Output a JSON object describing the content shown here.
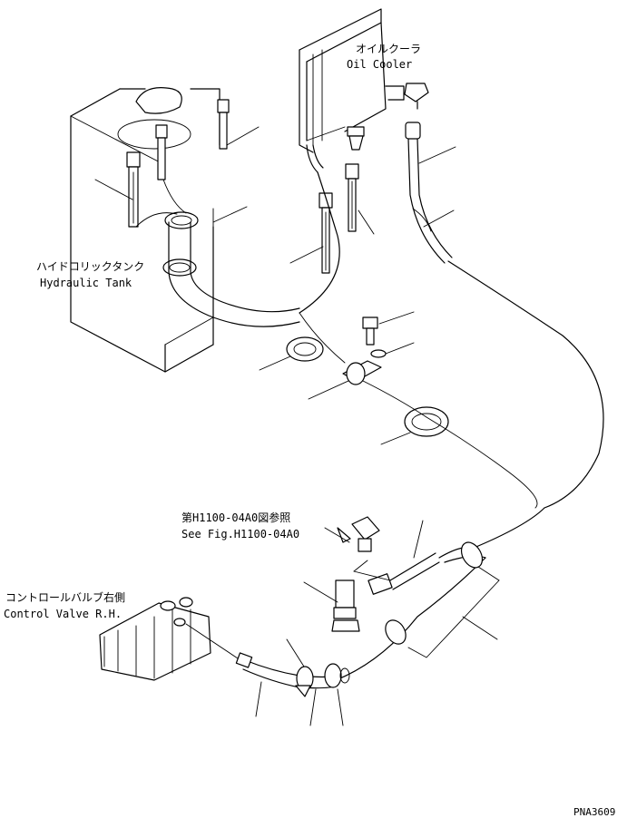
{
  "labels": {
    "oil_cooler_jp": "オイルクーラ",
    "oil_cooler_en": "Oil Cooler",
    "hydraulic_tank_jp": "ハイドロリックタンク",
    "hydraulic_tank_en": "Hydraulic Tank",
    "see_fig_jp": "第H1100-04A0図参照",
    "see_fig_en": "See Fig.H1100-04A0",
    "control_valve_jp": "コントロールバルブ右側",
    "control_valve_en": "Control Valve R.H.",
    "drawing_code": "PNA3609"
  },
  "icons": {
    "hydraulic_tank": "hydraulic-tank-icon",
    "oil_cooler": "oil-cooler-icon",
    "control_valve": "control-valve-icon",
    "hose": "hose-icon",
    "clamp": "clamp-icon",
    "bolt": "bolt-icon",
    "washer": "washer-icon",
    "grommet": "grommet-icon",
    "elbow": "elbow-fitting-icon"
  },
  "colors": {
    "line": "#000000",
    "background": "#ffffff"
  }
}
